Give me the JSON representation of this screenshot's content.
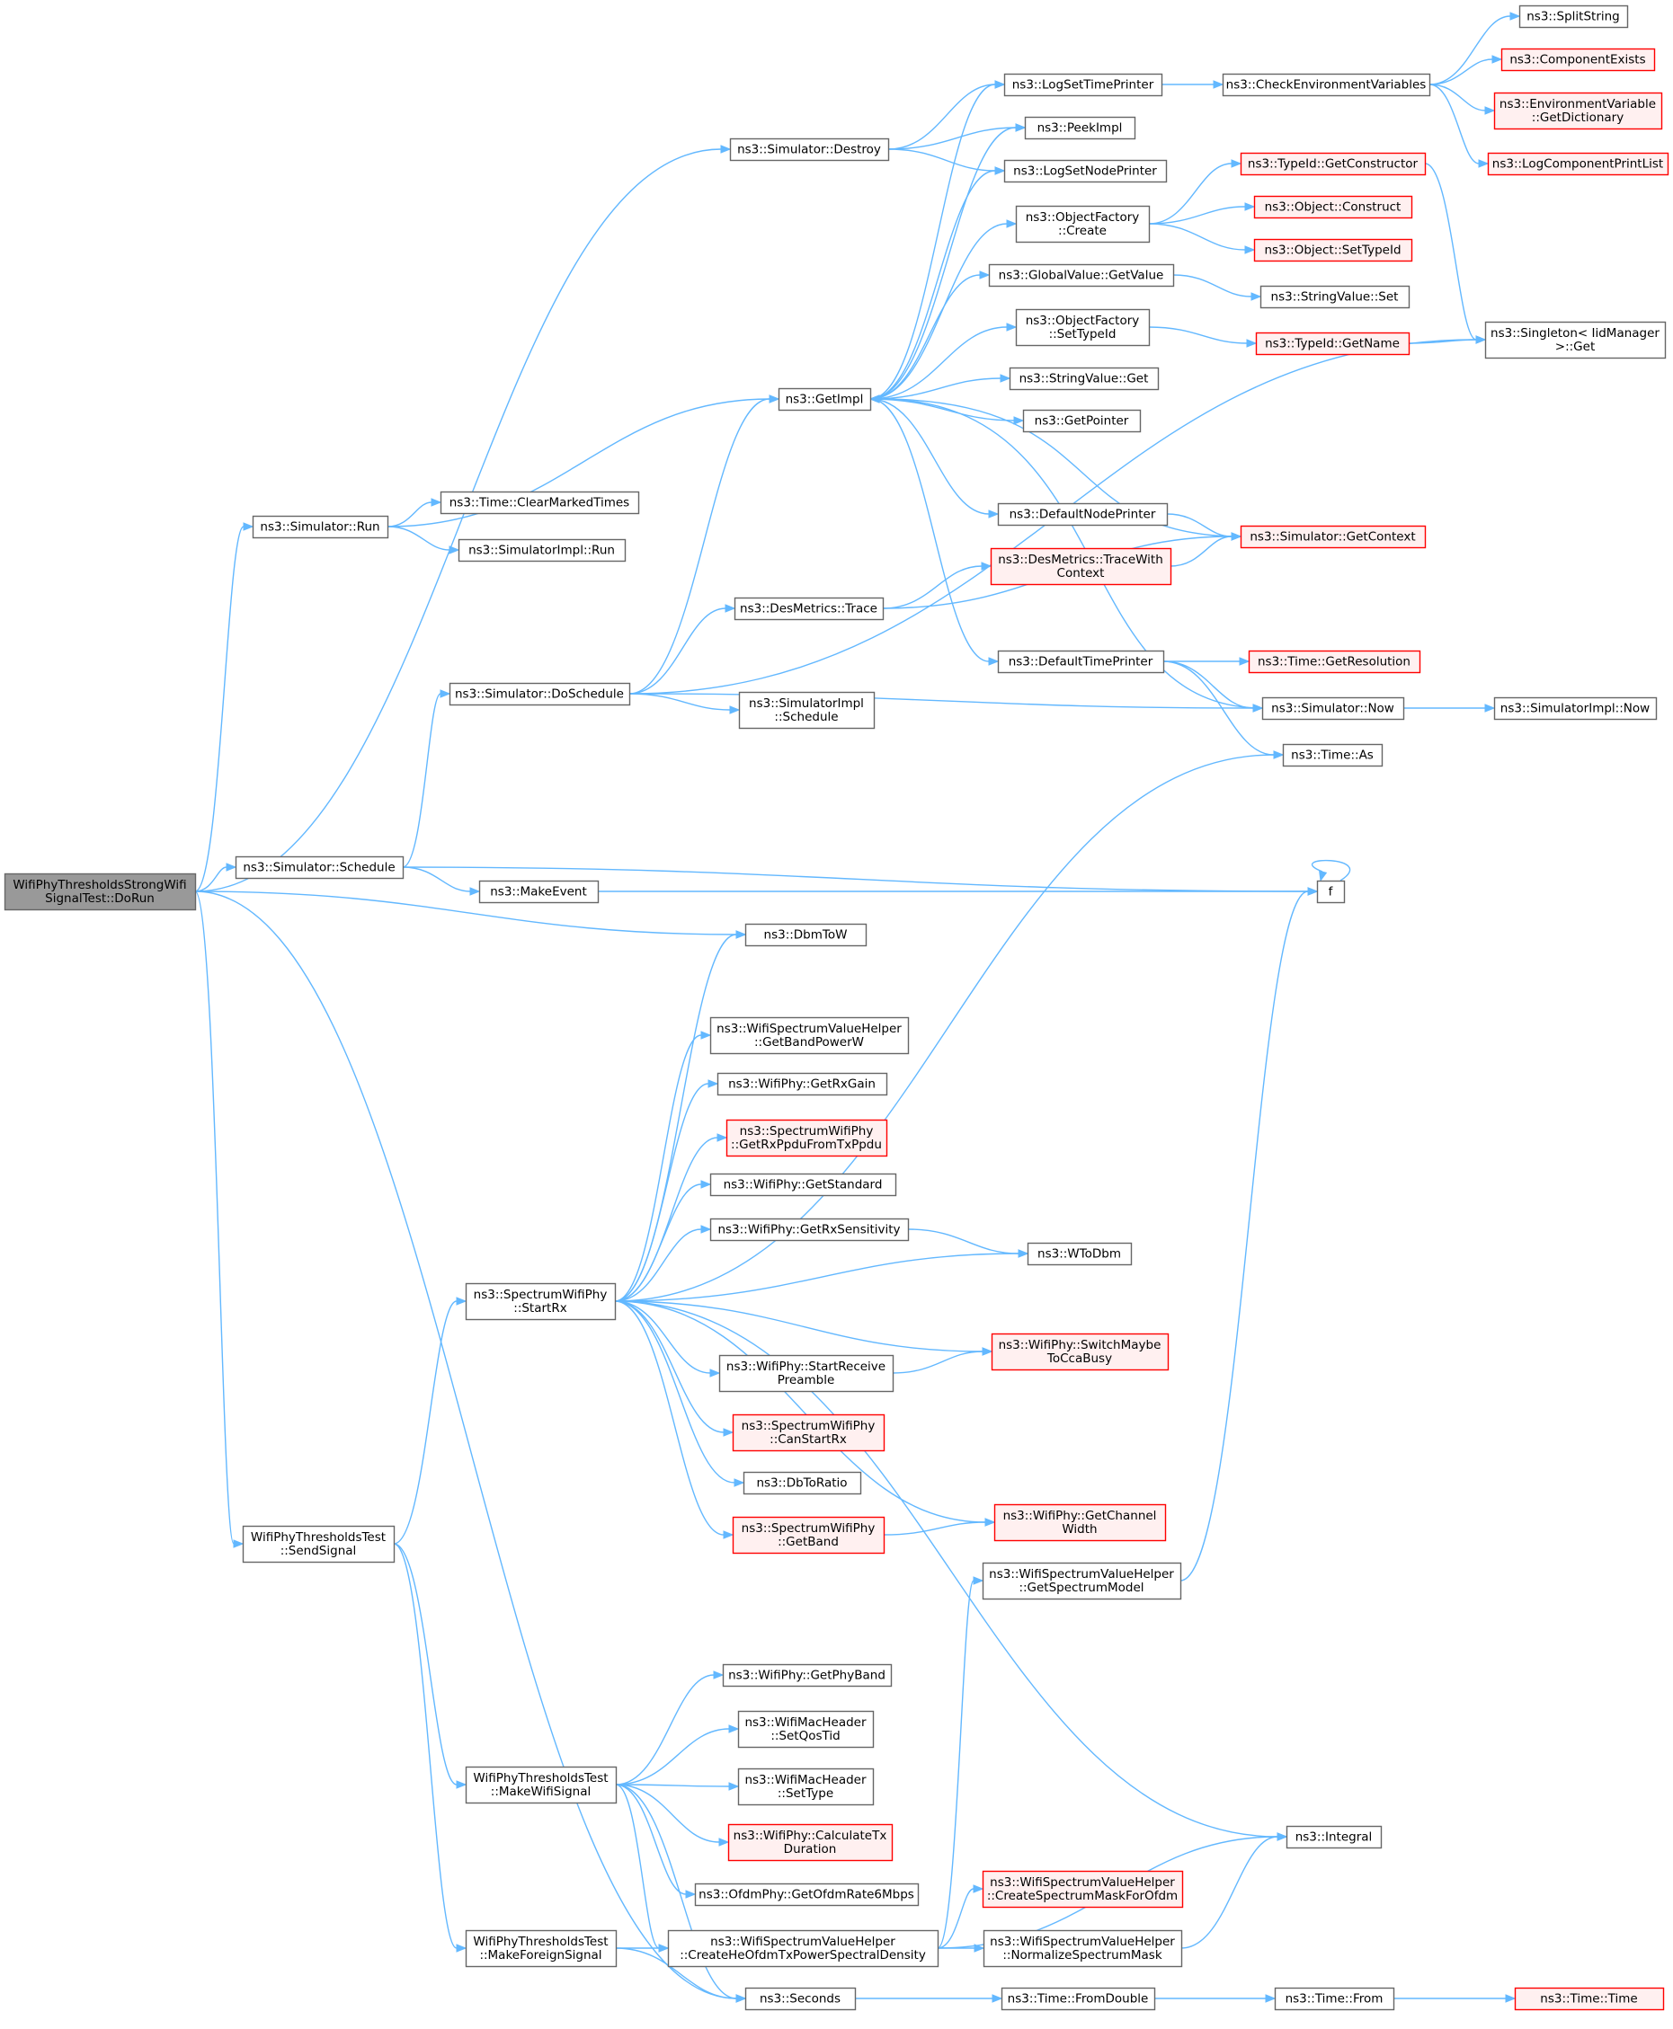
{
  "colors": {
    "edge": "#63b8ff",
    "normal_fill": "#ffffff",
    "normal_stroke": "#666666",
    "red_fill": "#fff0f0",
    "red_stroke": "#ff0000",
    "root_fill": "#999999",
    "root_stroke": "#666666"
  },
  "nodes": [
    {
      "id": "root",
      "lines": [
        "WifiPhyThresholdsStrongWifi",
        "SignalTest::DoRun"
      ],
      "style": "root"
    },
    {
      "id": "sim_destroy",
      "lines": [
        "ns3::Simulator::Destroy"
      ],
      "style": "normal"
    },
    {
      "id": "sim_run",
      "lines": [
        "ns3::Simulator::Run"
      ],
      "style": "normal"
    },
    {
      "id": "sim_doschedule",
      "lines": [
        "ns3::Simulator::DoSchedule"
      ],
      "style": "normal"
    },
    {
      "id": "sim_schedule",
      "lines": [
        "ns3::Simulator::Schedule"
      ],
      "style": "normal"
    },
    {
      "id": "getimpl",
      "lines": [
        "ns3::GetImpl"
      ],
      "style": "normal"
    },
    {
      "id": "clearmarked",
      "lines": [
        "ns3::Time::ClearMarkedTimes"
      ],
      "style": "normal"
    },
    {
      "id": "simimpl_run",
      "lines": [
        "ns3::SimulatorImpl::Run"
      ],
      "style": "normal"
    },
    {
      "id": "desmetrics_trace",
      "lines": [
        "ns3::DesMetrics::Trace"
      ],
      "style": "normal"
    },
    {
      "id": "simimpl_schedule",
      "lines": [
        "ns3::SimulatorImpl",
        "::Schedule"
      ],
      "style": "normal"
    },
    {
      "id": "makeevent",
      "lines": [
        "ns3::MakeEvent"
      ],
      "style": "normal"
    },
    {
      "id": "dbmtow",
      "lines": [
        "ns3::DbmToW"
      ],
      "style": "normal"
    },
    {
      "id": "logsettimeprinter",
      "lines": [
        "ns3::LogSetTimePrinter"
      ],
      "style": "normal"
    },
    {
      "id": "peekimpl",
      "lines": [
        "ns3::PeekImpl"
      ],
      "style": "normal"
    },
    {
      "id": "logsetnodeprinter",
      "lines": [
        "ns3::LogSetNodePrinter"
      ],
      "style": "normal"
    },
    {
      "id": "objfactory_create",
      "lines": [
        "ns3::ObjectFactory",
        "::Create"
      ],
      "style": "normal"
    },
    {
      "id": "globalvalue_getvalue",
      "lines": [
        "ns3::GlobalValue::GetValue"
      ],
      "style": "normal"
    },
    {
      "id": "objfactory_settypeid",
      "lines": [
        "ns3::ObjectFactory",
        "::SetTypeId"
      ],
      "style": "normal"
    },
    {
      "id": "stringvalue_get",
      "lines": [
        "ns3::StringValue::Get"
      ],
      "style": "normal"
    },
    {
      "id": "getpointer",
      "lines": [
        "ns3::GetPointer"
      ],
      "style": "normal"
    },
    {
      "id": "defaultnodeprinter",
      "lines": [
        "ns3::DefaultNodePrinter"
      ],
      "style": "normal"
    },
    {
      "id": "desmetrics_tracewithcontext",
      "lines": [
        "ns3::DesMetrics::TraceWith",
        "Context"
      ],
      "style": "red"
    },
    {
      "id": "defaulttimeprinter",
      "lines": [
        "ns3::DefaultTimePrinter"
      ],
      "style": "normal"
    },
    {
      "id": "checkenvvars",
      "lines": [
        "ns3::CheckEnvironmentVariables"
      ],
      "style": "normal"
    },
    {
      "id": "typeid_getconstructor",
      "lines": [
        "ns3::TypeId::GetConstructor"
      ],
      "style": "red"
    },
    {
      "id": "object_construct",
      "lines": [
        "ns3::Object::Construct"
      ],
      "style": "red"
    },
    {
      "id": "object_settypeid",
      "lines": [
        "ns3::Object::SetTypeId"
      ],
      "style": "red"
    },
    {
      "id": "stringvalue_set",
      "lines": [
        "ns3::StringValue::Set"
      ],
      "style": "normal"
    },
    {
      "id": "typeid_getname",
      "lines": [
        "ns3::TypeId::GetName"
      ],
      "style": "red"
    },
    {
      "id": "sim_getcontext",
      "lines": [
        "ns3::Simulator::GetContext"
      ],
      "style": "red"
    },
    {
      "id": "time_getresolution",
      "lines": [
        "ns3::Time::GetResolution"
      ],
      "style": "red"
    },
    {
      "id": "sim_now",
      "lines": [
        "ns3::Simulator::Now"
      ],
      "style": "normal"
    },
    {
      "id": "time_as",
      "lines": [
        "ns3::Time::As"
      ],
      "style": "normal"
    },
    {
      "id": "splitstring",
      "lines": [
        "ns3::SplitString"
      ],
      "style": "normal"
    },
    {
      "id": "componentexists",
      "lines": [
        "ns3::ComponentExists"
      ],
      "style": "red"
    },
    {
      "id": "envvar_getdict",
      "lines": [
        "ns3::EnvironmentVariable",
        "::GetDictionary"
      ],
      "style": "red"
    },
    {
      "id": "logcomponentprintlist",
      "lines": [
        "ns3::LogComponentPrintList"
      ],
      "style": "red"
    },
    {
      "id": "singleton_get",
      "lines": [
        "ns3::Singleton< IidManager",
        ">::Get"
      ],
      "style": "normal"
    },
    {
      "id": "simimpl_now",
      "lines": [
        "ns3::SimulatorImpl::Now"
      ],
      "style": "normal"
    },
    {
      "id": "f",
      "lines": [
        "f"
      ],
      "style": "normal"
    },
    {
      "id": "wsvh_getbandpowerw",
      "lines": [
        "ns3::WifiSpectrumValueHelper",
        "::GetBandPowerW"
      ],
      "style": "normal"
    },
    {
      "id": "wifiphy_getrxgain",
      "lines": [
        "ns3::WifiPhy::GetRxGain"
      ],
      "style": "normal"
    },
    {
      "id": "swp_getrxppdu",
      "lines": [
        "ns3::SpectrumWifiPhy",
        "::GetRxPpduFromTxPpdu"
      ],
      "style": "red"
    },
    {
      "id": "wifiphy_getstandard",
      "lines": [
        "ns3::WifiPhy::GetStandard"
      ],
      "style": "normal"
    },
    {
      "id": "wifiphy_getrxsens",
      "lines": [
        "ns3::WifiPhy::GetRxSensitivity"
      ],
      "style": "normal"
    },
    {
      "id": "wtodbm",
      "lines": [
        "ns3::WToDbm"
      ],
      "style": "normal"
    },
    {
      "id": "swp_startrx",
      "lines": [
        "ns3::SpectrumWifiPhy",
        "::StartRx"
      ],
      "style": "normal"
    },
    {
      "id": "wifiphy_switchmaybe",
      "lines": [
        "ns3::WifiPhy::SwitchMaybe",
        "ToCcaBusy"
      ],
      "style": "red"
    },
    {
      "id": "wifiphy_startrecvpreamble",
      "lines": [
        "ns3::WifiPhy::StartReceive",
        "Preamble"
      ],
      "style": "normal"
    },
    {
      "id": "swp_canstartrx",
      "lines": [
        "ns3::SpectrumWifiPhy",
        "::CanStartRx"
      ],
      "style": "red"
    },
    {
      "id": "dbtoratio",
      "lines": [
        "ns3::DbToRatio"
      ],
      "style": "normal"
    },
    {
      "id": "swp_getband",
      "lines": [
        "ns3::SpectrumWifiPhy",
        "::GetBand"
      ],
      "style": "red"
    },
    {
      "id": "wifiphy_getchannelwidth",
      "lines": [
        "ns3::WifiPhy::GetChannel",
        "Width"
      ],
      "style": "red"
    },
    {
      "id": "wsvh_getspectrummodel",
      "lines": [
        "ns3::WifiSpectrumValueHelper",
        "::GetSpectrumModel"
      ],
      "style": "normal"
    },
    {
      "id": "wptt_sendsignal",
      "lines": [
        "WifiPhyThresholdsTest",
        "::SendSignal"
      ],
      "style": "normal"
    },
    {
      "id": "wifiphy_getphyband",
      "lines": [
        "ns3::WifiPhy::GetPhyBand"
      ],
      "style": "normal"
    },
    {
      "id": "wmh_setqostid",
      "lines": [
        "ns3::WifiMacHeader",
        "::SetQosTid"
      ],
      "style": "normal"
    },
    {
      "id": "wmh_settype",
      "lines": [
        "ns3::WifiMacHeader",
        "::SetType"
      ],
      "style": "normal"
    },
    {
      "id": "wptt_makewifisignal",
      "lines": [
        "WifiPhyThresholdsTest",
        "::MakeWifiSignal"
      ],
      "style": "normal"
    },
    {
      "id": "wifiphy_calctxdur",
      "lines": [
        "ns3::WifiPhy::CalculateTx",
        "Duration"
      ],
      "style": "red"
    },
    {
      "id": "integral",
      "lines": [
        "ns3::Integral"
      ],
      "style": "normal"
    },
    {
      "id": "ofdmphy_getrate",
      "lines": [
        "ns3::OfdmPhy::GetOfdmRate6Mbps"
      ],
      "style": "normal"
    },
    {
      "id": "wsvh_createmask",
      "lines": [
        "ns3::WifiSpectrumValueHelper",
        "::CreateSpectrumMaskForOfdm"
      ],
      "style": "red"
    },
    {
      "id": "wptt_makeforeign",
      "lines": [
        "WifiPhyThresholdsTest",
        "::MakeForeignSignal"
      ],
      "style": "normal"
    },
    {
      "id": "wsvh_createhe",
      "lines": [
        "ns3::WifiSpectrumValueHelper",
        "::CreateHeOfdmTxPowerSpectralDensity"
      ],
      "style": "normal"
    },
    {
      "id": "wsvh_normalize",
      "lines": [
        "ns3::WifiSpectrumValueHelper",
        "::NormalizeSpectrumMask"
      ],
      "style": "normal"
    },
    {
      "id": "seconds",
      "lines": [
        "ns3::Seconds"
      ],
      "style": "normal"
    },
    {
      "id": "time_fromdouble",
      "lines": [
        "ns3::Time::FromDouble"
      ],
      "style": "normal"
    },
    {
      "id": "time_from",
      "lines": [
        "ns3::Time::From"
      ],
      "style": "normal"
    },
    {
      "id": "time_time",
      "lines": [
        "ns3::Time::Time"
      ],
      "style": "red"
    }
  ],
  "edges": [
    [
      "root",
      "sim_destroy"
    ],
    [
      "root",
      "sim_run"
    ],
    [
      "root",
      "sim_schedule"
    ],
    [
      "root",
      "dbmtow"
    ],
    [
      "root",
      "wptt_sendsignal"
    ],
    [
      "root",
      "seconds"
    ],
    [
      "sim_destroy",
      "logsettimeprinter"
    ],
    [
      "sim_destroy",
      "peekimpl"
    ],
    [
      "sim_destroy",
      "logsetnodeprinter"
    ],
    [
      "sim_run",
      "getimpl"
    ],
    [
      "sim_run",
      "clearmarked"
    ],
    [
      "sim_run",
      "simimpl_run"
    ],
    [
      "sim_schedule",
      "sim_doschedule"
    ],
    [
      "sim_schedule",
      "f"
    ],
    [
      "sim_schedule",
      "makeevent"
    ],
    [
      "makeevent",
      "f"
    ],
    [
      "f",
      "f"
    ],
    [
      "sim_doschedule",
      "getimpl"
    ],
    [
      "sim_doschedule",
      "desmetrics_trace"
    ],
    [
      "sim_doschedule",
      "simimpl_schedule"
    ],
    [
      "sim_doschedule",
      "sim_now"
    ],
    [
      "sim_doschedule",
      "singleton_get"
    ],
    [
      "desmetrics_trace",
      "desmetrics_tracewithcontext"
    ],
    [
      "desmetrics_trace",
      "sim_getcontext"
    ],
    [
      "desmetrics_tracewithcontext",
      "sim_getcontext"
    ],
    [
      "getimpl",
      "logsettimeprinter"
    ],
    [
      "getimpl",
      "peekimpl"
    ],
    [
      "getimpl",
      "logsetnodeprinter"
    ],
    [
      "getimpl",
      "objfactory_create"
    ],
    [
      "getimpl",
      "globalvalue_getvalue"
    ],
    [
      "getimpl",
      "objfactory_settypeid"
    ],
    [
      "getimpl",
      "stringvalue_get"
    ],
    [
      "getimpl",
      "getpointer"
    ],
    [
      "getimpl",
      "defaultnodeprinter"
    ],
    [
      "getimpl",
      "defaulttimeprinter"
    ],
    [
      "sim_getcontext",
      "getimpl"
    ],
    [
      "sim_now",
      "getimpl"
    ],
    [
      "logsettimeprinter",
      "checkenvvars"
    ],
    [
      "checkenvvars",
      "splitstring"
    ],
    [
      "checkenvvars",
      "componentexists"
    ],
    [
      "checkenvvars",
      "envvar_getdict"
    ],
    [
      "checkenvvars",
      "logcomponentprintlist"
    ],
    [
      "objfactory_create",
      "typeid_getconstructor"
    ],
    [
      "objfactory_create",
      "object_construct"
    ],
    [
      "objfactory_create",
      "object_settypeid"
    ],
    [
      "typeid_getconstructor",
      "singleton_get"
    ],
    [
      "globalvalue_getvalue",
      "stringvalue_set"
    ],
    [
      "objfactory_settypeid",
      "typeid_getname"
    ],
    [
      "typeid_getname",
      "singleton_get"
    ],
    [
      "defaultnodeprinter",
      "sim_getcontext"
    ],
    [
      "defaulttimeprinter",
      "time_getresolution"
    ],
    [
      "defaulttimeprinter",
      "sim_now"
    ],
    [
      "defaulttimeprinter",
      "time_as"
    ],
    [
      "sim_now",
      "simimpl_now"
    ],
    [
      "swp_startrx",
      "dbmtow"
    ],
    [
      "swp_startrx",
      "time_as"
    ],
    [
      "swp_startrx",
      "wsvh_getbandpowerw"
    ],
    [
      "swp_startrx",
      "wifiphy_getrxgain"
    ],
    [
      "swp_startrx",
      "swp_getrxppdu"
    ],
    [
      "swp_startrx",
      "wifiphy_getstandard"
    ],
    [
      "swp_startrx",
      "wifiphy_getrxsens"
    ],
    [
      "swp_startrx",
      "wtodbm"
    ],
    [
      "swp_startrx",
      "wifiphy_switchmaybe"
    ],
    [
      "swp_startrx",
      "wifiphy_startrecvpreamble"
    ],
    [
      "swp_startrx",
      "swp_canstartrx"
    ],
    [
      "swp_startrx",
      "dbtoratio"
    ],
    [
      "swp_startrx",
      "swp_getband"
    ],
    [
      "swp_startrx",
      "wifiphy_getchannelwidth"
    ],
    [
      "swp_startrx",
      "integral"
    ],
    [
      "wifiphy_getrxsens",
      "wtodbm"
    ],
    [
      "wifiphy_startrecvpreamble",
      "wifiphy_switchmaybe"
    ],
    [
      "swp_getband",
      "wifiphy_getchannelwidth"
    ],
    [
      "wsvh_getspectrummodel",
      "f"
    ],
    [
      "wptt_sendsignal",
      "swp_startrx"
    ],
    [
      "wptt_sendsignal",
      "wptt_makewifisignal"
    ],
    [
      "wptt_sendsignal",
      "wptt_makeforeign"
    ],
    [
      "wptt_makewifisignal",
      "wifiphy_getphyband"
    ],
    [
      "wptt_makewifisignal",
      "wmh_setqostid"
    ],
    [
      "wptt_makewifisignal",
      "wmh_settype"
    ],
    [
      "wptt_makewifisignal",
      "wifiphy_calctxdur"
    ],
    [
      "wptt_makewifisignal",
      "ofdmphy_getrate"
    ],
    [
      "wptt_makewifisignal",
      "wsvh_createhe"
    ],
    [
      "wptt_makewifisignal",
      "seconds"
    ],
    [
      "wptt_makeforeign",
      "wsvh_createhe"
    ],
    [
      "wptt_makeforeign",
      "seconds"
    ],
    [
      "wsvh_createhe",
      "wsvh_getspectrummodel"
    ],
    [
      "wsvh_createhe",
      "integral"
    ],
    [
      "wsvh_createhe",
      "wsvh_createmask"
    ],
    [
      "wsvh_createhe",
      "wsvh_normalize"
    ],
    [
      "wsvh_normalize",
      "integral"
    ],
    [
      "seconds",
      "time_fromdouble"
    ],
    [
      "time_fromdouble",
      "time_from"
    ],
    [
      "time_from",
      "time_time"
    ]
  ]
}
